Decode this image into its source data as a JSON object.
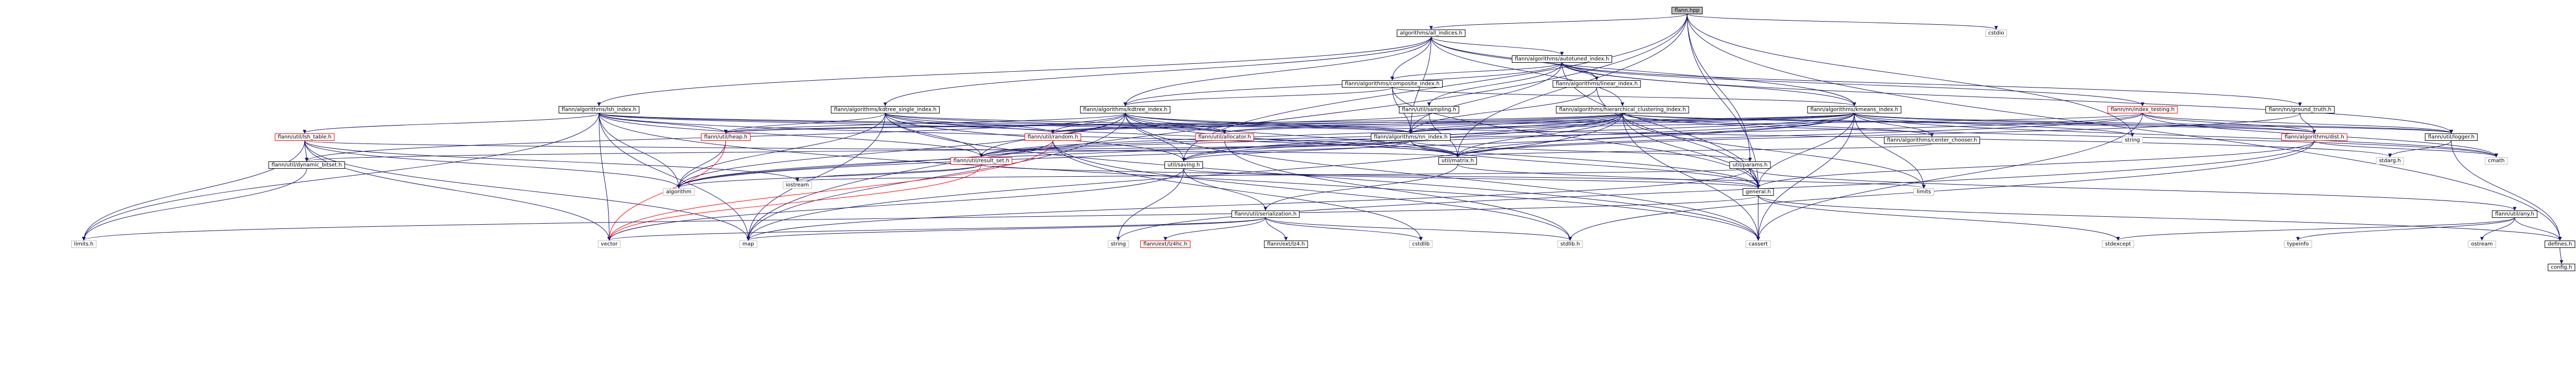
{
  "colors": {
    "edge": "#191970",
    "edge_red": "#ff0000",
    "node_border": "#000000",
    "node_fill": "#ffffff",
    "root_fill": "#bfbfbf",
    "red_text": "#ff0000"
  },
  "nodes": [
    {
      "id": "root",
      "label": "flann.hpp",
      "style": "root"
    },
    {
      "id": "all_indices",
      "label": "algorithms/all_indices.h",
      "style": "normal"
    },
    {
      "id": "cstdio",
      "label": "cstdio",
      "style": "plain"
    },
    {
      "id": "autotuned",
      "label": "flann/algorithms/autotuned_index.h",
      "style": "normal"
    },
    {
      "id": "composite",
      "label": "flann/algorithms/composite_index.h",
      "style": "normal"
    },
    {
      "id": "linear",
      "label": "flann/algorithms/linear_index.h",
      "style": "normal"
    },
    {
      "id": "lsh_index",
      "label": "flann/algorithms/lsh_index.h",
      "style": "normal"
    },
    {
      "id": "kdtree_single",
      "label": "flann/algorithms/kdtree_single_index.h",
      "style": "normal"
    },
    {
      "id": "kdtree",
      "label": "flann/algorithms/kdtree_index.h",
      "style": "normal"
    },
    {
      "id": "sampling",
      "label": "flann/util/sampling.h",
      "style": "normal"
    },
    {
      "id": "hierarchical",
      "label": "flann/algorithms/hierarchical_clustering_index.h",
      "style": "normal"
    },
    {
      "id": "kmeans",
      "label": "flann/algorithms/kmeans_index.h",
      "style": "normal"
    },
    {
      "id": "index_testing",
      "label": "flann/nn/index_testing.h",
      "style": "red"
    },
    {
      "id": "ground_truth",
      "label": "flann/nn/ground_truth.h",
      "style": "normal"
    },
    {
      "id": "lsh_table",
      "label": "flann/util/lsh_table.h",
      "style": "red"
    },
    {
      "id": "heap",
      "label": "flann/util/heap.h",
      "style": "red"
    },
    {
      "id": "random",
      "label": "flann/util/random.h",
      "style": "red"
    },
    {
      "id": "allocator",
      "label": "flann/util/allocator.h",
      "style": "red"
    },
    {
      "id": "nn_index",
      "label": "flann/algorithms/nn_index.h",
      "style": "normal"
    },
    {
      "id": "center_chooser",
      "label": "flann/algorithms/center_chooser.h",
      "style": "normal"
    },
    {
      "id": "string_lib",
      "label": "string",
      "style": "plain"
    },
    {
      "id": "dist",
      "label": "flann/algorithms/dist.h",
      "style": "red"
    },
    {
      "id": "logger",
      "label": "flann/util/logger.h",
      "style": "normal"
    },
    {
      "id": "dynamic_bitset",
      "label": "flann/util/dynamic_bitset.h",
      "style": "normal"
    },
    {
      "id": "result_set",
      "label": "flann/util/result_set.h",
      "style": "red"
    },
    {
      "id": "saving",
      "label": "util/saving.h",
      "style": "normal"
    },
    {
      "id": "matrix",
      "label": "util/matrix.h",
      "style": "normal"
    },
    {
      "id": "params",
      "label": "util/params.h",
      "style": "normal"
    },
    {
      "id": "cmath",
      "label": "cmath",
      "style": "plain"
    },
    {
      "id": "stdarg",
      "label": "stdarg.h",
      "style": "plain"
    },
    {
      "id": "iostream",
      "label": "iostream",
      "style": "plain"
    },
    {
      "id": "algorithm",
      "label": "algorithm",
      "style": "plain"
    },
    {
      "id": "limits",
      "label": "limits",
      "style": "plain"
    },
    {
      "id": "general",
      "label": "general.h",
      "style": "normal"
    },
    {
      "id": "serialization",
      "label": "flann/util/serialization.h",
      "style": "normal"
    },
    {
      "id": "any",
      "label": "flann/util/any.h",
      "style": "normal"
    },
    {
      "id": "limits_h",
      "label": "limits.h",
      "style": "plain"
    },
    {
      "id": "vector",
      "label": "vector",
      "style": "plain"
    },
    {
      "id": "map",
      "label": "map",
      "style": "plain"
    },
    {
      "id": "string2",
      "label": "string",
      "style": "plain"
    },
    {
      "id": "lz4hc",
      "label": "flann/ext/lz4hc.h",
      "style": "red"
    },
    {
      "id": "lz4",
      "label": "flann/ext/lz4.h",
      "style": "normal"
    },
    {
      "id": "cstdlib",
      "label": "cstdlib",
      "style": "plain"
    },
    {
      "id": "stdlib",
      "label": "stdlib.h",
      "style": "plain"
    },
    {
      "id": "cassert",
      "label": "cassert",
      "style": "plain"
    },
    {
      "id": "stdexcept",
      "label": "stdexcept",
      "style": "plain"
    },
    {
      "id": "typeinfo",
      "label": "typeinfo",
      "style": "plain"
    },
    {
      "id": "ostream",
      "label": "ostream",
      "style": "plain"
    },
    {
      "id": "defines",
      "label": "defines.h",
      "style": "normal"
    },
    {
      "id": "config",
      "label": "config.h",
      "style": "normal"
    }
  ]
}
